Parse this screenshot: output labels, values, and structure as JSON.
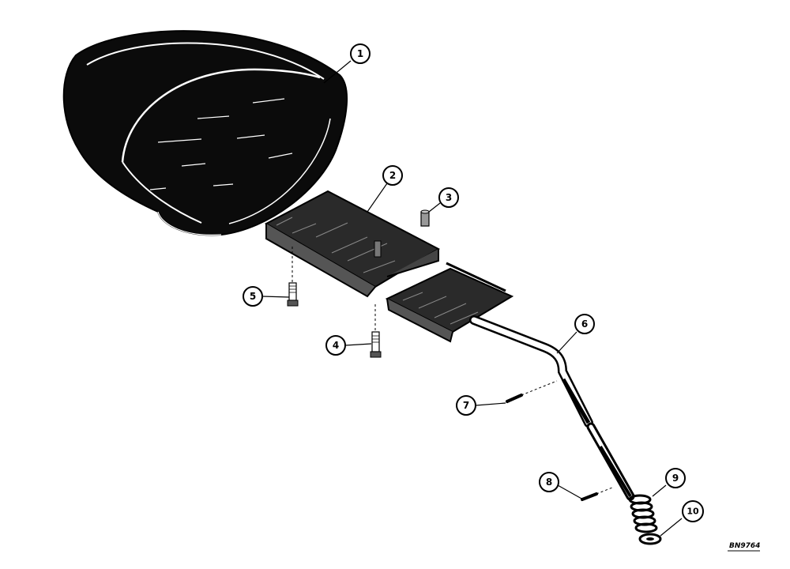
{
  "callouts": {
    "c1": "1",
    "c2": "2",
    "c3": "3",
    "c4": "4",
    "c5": "5",
    "c6": "6",
    "c7": "7",
    "c8": "8",
    "c9": "9",
    "c10": "10"
  },
  "drawing_number": "BN9764",
  "colors": {
    "ink": "#000000",
    "paper": "#ffffff"
  }
}
